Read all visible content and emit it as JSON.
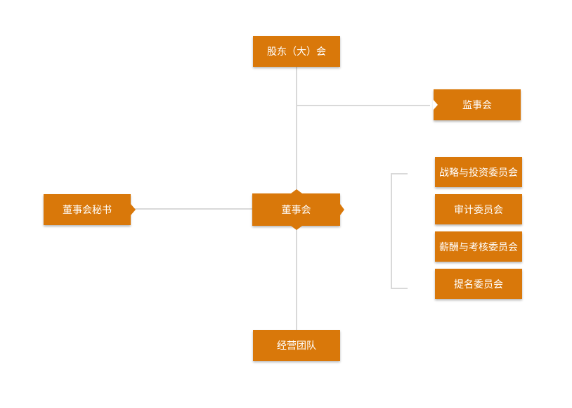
{
  "diagram": {
    "nodes": {
      "shareholders": "股东（大）会",
      "supervisors": "监事会",
      "board": "董事会",
      "secretary": "董事会秘书",
      "management": "经营团队"
    },
    "committees": [
      "战略与投资委员会",
      "审计委员会",
      "薪酬与考核委员会",
      "提名委员会"
    ]
  },
  "colors": {
    "box_fill": "#d9780a",
    "box_text": "#ffffff",
    "connector": "#d9d9d9"
  }
}
